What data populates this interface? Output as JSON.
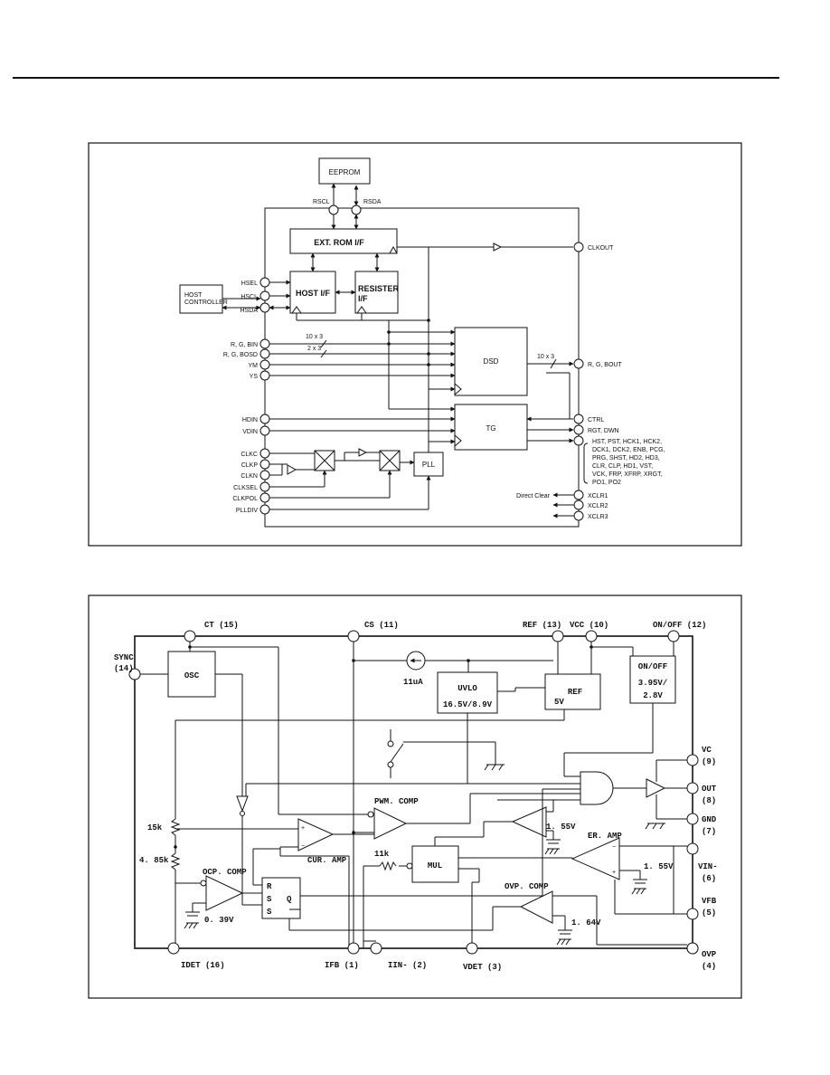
{
  "diagram1": {
    "eeprom": "EEPROM",
    "rscl": "RSCL",
    "rsda": "RSDA",
    "ext_rom": "EXT. ROM I/F",
    "clkout": "CLKOUT",
    "host_controller_1": "HOST",
    "host_controller_2": "CONTROLLER",
    "hsel": "HSEL",
    "hscl": "HSCL",
    "hsda": "HSDA",
    "host_if": "HOST I/F",
    "register_1": "RESISTER",
    "register_2": "I/F",
    "rgb_in": "R, G, BIN",
    "rgb_osd": "R, G, BOSD",
    "ym": "YM",
    "ys": "YS",
    "bus_10x3_in": "10 x 3",
    "bus_2x3": "2 x 3",
    "dsd": "DSD",
    "bus_10x3_out": "10 x 3",
    "rgb_out": "R, G, BOUT",
    "hdin": "HDIN",
    "vdin": "VDIN",
    "tg": "TG",
    "ctrl": "CTRL",
    "rgt_dwn": "RGT, DWN",
    "tg_outputs": [
      "HST, PST, HCK1, HCK2,",
      "DCK1, DCK2, ENB, PCG,",
      "PRG, SHST, HD2, HD3,",
      "CLR, CLP, HD1, VST,",
      "VCK, FRP, XFRP, XRGT,",
      "PO1, PO2"
    ],
    "clkc": "CLKC",
    "clkp": "CLKP",
    "clkn": "CLKN",
    "clksel": "CLKSEL",
    "clkpol": "CLKPOL",
    "plldiv": "PLLDIV",
    "pll": "PLL",
    "direct_clear": "Direct Clear",
    "xclr1": "XCLR1",
    "xclr2": "XCLR2",
    "xclr3": "XCLR3"
  },
  "diagram2": {
    "ct": "CT (15)",
    "cs": "CS (11)",
    "ref_pin": "REF (13)",
    "vcc": "VCC (10)",
    "onoff_pin": "ON/OFF (12)",
    "sync_1": "SYNC",
    "sync_2": "(14)",
    "osc": "OSC",
    "current_source": "11uA",
    "uvlo": "UVLO",
    "uvlo_thr": "16.5V/8.9V",
    "ref_blk": "REF",
    "ref_5v": "5V",
    "onoff_blk": "ON/OFF",
    "onoff_thr_1": "3.95V/",
    "onoff_thr_2": "2.8V",
    "vc_1": "VC",
    "vc_2": "(9)",
    "out_1": "OUT",
    "out_2": "(8)",
    "gnd_1": "GND",
    "gnd_2": "(7)",
    "pwm_comp": "PWM. COMP",
    "r15k": "15k",
    "r485k": "4. 85k",
    "v155_a": "1. 55V",
    "er_amp": "ER. AMP",
    "v155_b": "1. 55V",
    "cur_amp": "CUR. AMP",
    "r11k": "11k",
    "mul": "MUL",
    "ocp_comp": "OCP. COMP",
    "rss_r": "R",
    "rss_s1": "S",
    "rss_s2": "S",
    "rss_q": "Q",
    "vin_1": "VIN-",
    "vin_2": "(6)",
    "ovp_comp": "OVP. COMP",
    "v164": "1. 64V",
    "v039": "0. 39V",
    "vfb_1": "VFB",
    "vfb_2": "(5)",
    "idet": "IDET (16)",
    "ifb": "IFB (1)",
    "iin": "IIN- (2)",
    "vdet": "VDET (3)",
    "ovp_1": "OVP",
    "ovp_2": "(4)"
  }
}
